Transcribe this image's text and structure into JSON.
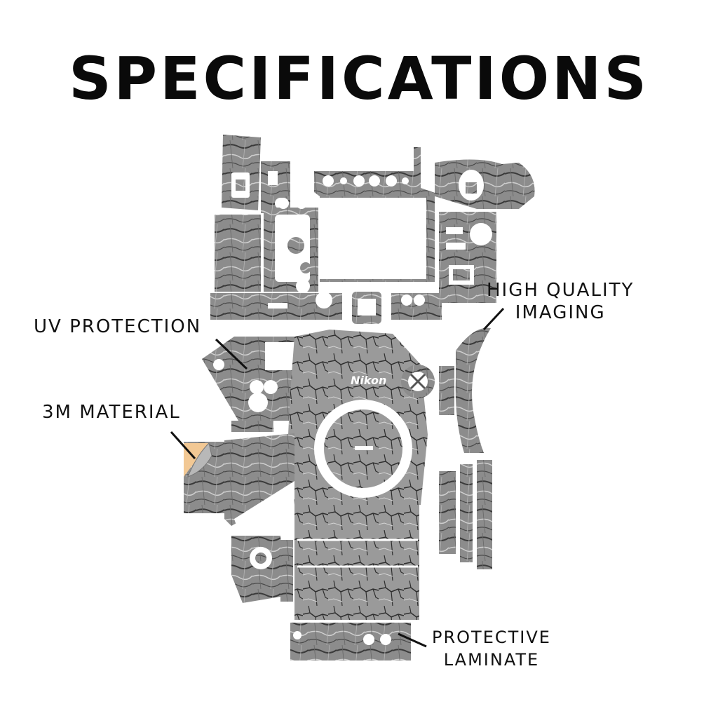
{
  "header": {
    "title": "SPECIFICATIONS"
  },
  "labels": {
    "uv": "UV PROTECTION",
    "material": "3M MATERIAL",
    "imaging_line1": "HIGH QUALITY",
    "imaging_line2": "IMAGING",
    "laminate_line1": "PROTECTIVE",
    "laminate_line2": "LAMINATE"
  },
  "brand_mark": "Nikon",
  "colors": {
    "background": "#ffffff",
    "text": "#111111",
    "skin_texture": "#8a8a8a",
    "peel_corner": "#f2c894"
  }
}
